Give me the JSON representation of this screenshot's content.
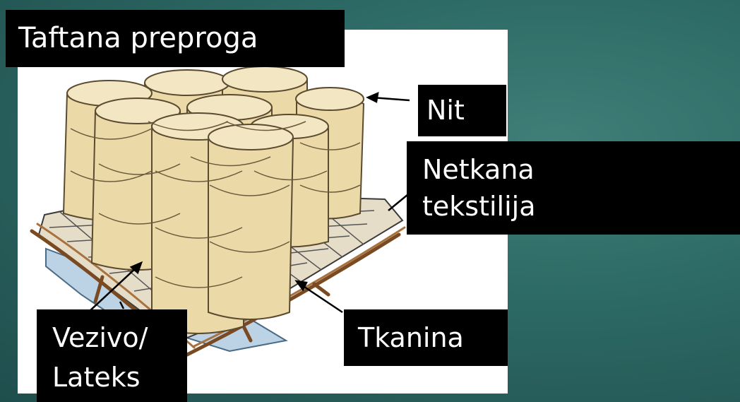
{
  "title": "Taftana preproga",
  "labels": {
    "nit": "Nit",
    "netkana": "Netkana\ntekstilija",
    "tkanina": "Tkanina",
    "vezivo": "Vezivo/\nLateks"
  },
  "colors": {
    "background": "#2e6b66",
    "yarn": "#ecd9a8",
    "backing_weave": "#8b5a2b",
    "latex": "#bcd3e6",
    "label_bg": "#000000",
    "label_text": "#ffffff"
  }
}
